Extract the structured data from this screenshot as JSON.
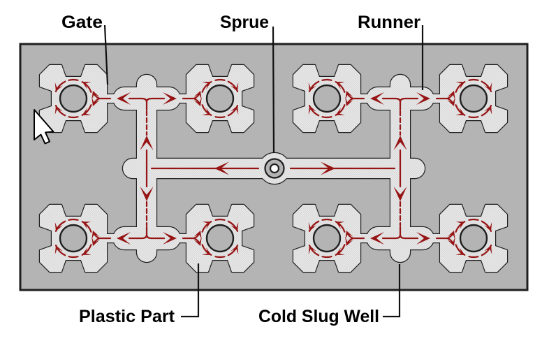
{
  "figure": {
    "type": "injection-mold-runner-system-diagram",
    "callouts": {
      "gate": "Gate",
      "sprue": "Sprue",
      "runner": "Runner",
      "plastic_part": "Plastic Part",
      "cold_slug_well": "Cold Slug Well"
    },
    "structure": {
      "cavity_count": 8,
      "rows": 2,
      "columns": 4
    },
    "icons": {
      "cursor": "mouse-pointer-icon"
    },
    "colors": {
      "background": "#ffffff",
      "mold_plate": "#b4b4b4",
      "channel_fill": "#eaeaea",
      "channel_hatch": "#d8d8d8",
      "outline": "#1f1f1f",
      "flow_arrow": "#961414",
      "label_text": "#000000",
      "leader_line": "#111111",
      "cursor_fill": "#ffffff"
    }
  }
}
